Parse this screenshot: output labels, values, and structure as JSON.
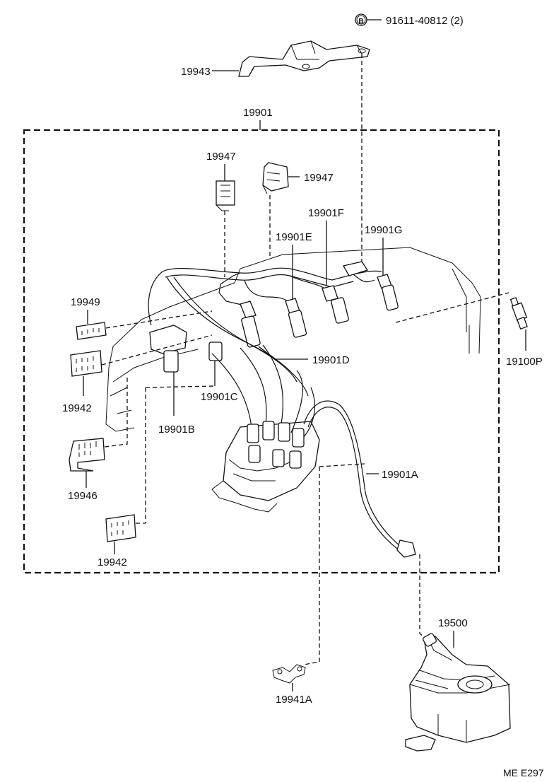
{
  "labels": {
    "bolt_marker": "B",
    "bolt_part": "91611-40812 (2)",
    "bracket": "19943",
    "cord_set": "19901",
    "clamp_left": "19947",
    "clamp_right": "19947",
    "cord_f": "19901F",
    "cord_e": "19901E",
    "cord_g": "19901G",
    "clamp_19949": "19949",
    "spark_plug": "19100P",
    "cord_d": "19901D",
    "clamp_19942_upper": "19942",
    "cord_c": "19901C",
    "cord_b": "19901B",
    "clamp_19946": "19946",
    "cord_a": "19901A",
    "clamp_19942_lower": "19942",
    "ignition_coil": "19500",
    "clamp_19941a": "19941A",
    "diagram_code": "ME  E297"
  }
}
